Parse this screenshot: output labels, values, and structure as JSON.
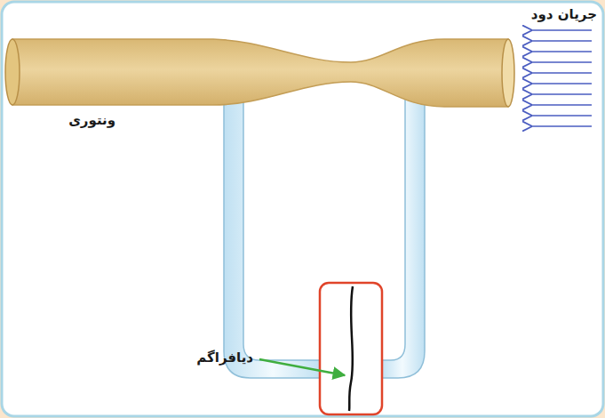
{
  "diagram": {
    "labels": [
      "جریان دود",
      "ونتوری",
      "دیافراگم"
    ]
  }
}
